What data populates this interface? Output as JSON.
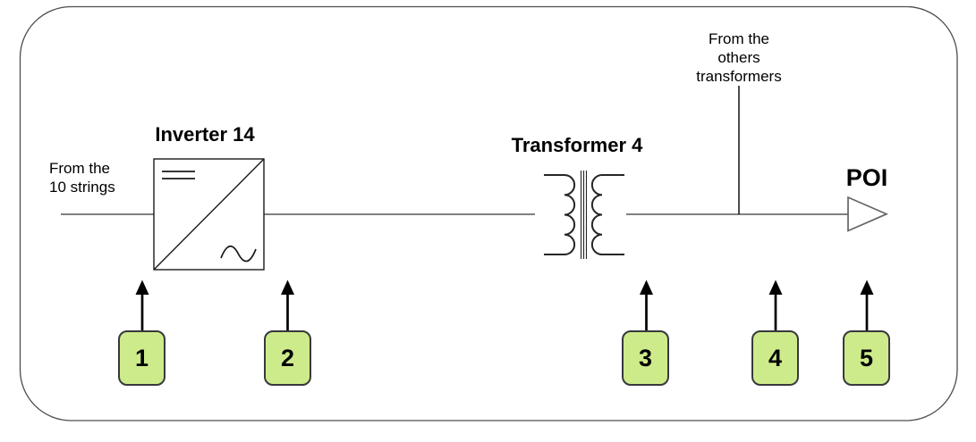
{
  "diagram": {
    "components": {
      "inverter": {
        "label": "Inverter 14"
      },
      "transformer": {
        "label": "Transformer 4"
      },
      "poi": {
        "label": "POI"
      }
    },
    "annotations": {
      "from_strings": "From the\n10 strings",
      "from_others": "From the\nothers\ntransformers"
    },
    "measurement_points": [
      {
        "label": "1"
      },
      {
        "label": "2"
      },
      {
        "label": "3"
      },
      {
        "label": "4"
      },
      {
        "label": "5"
      }
    ],
    "colors": {
      "background": "#ffffff",
      "outer_border": "#4d4d4d",
      "wire": "#808080",
      "branch_line": "#000000",
      "symbol_stroke": "#262626",
      "inverter_stroke": "#1a1a1a",
      "poi_stroke": "#666666",
      "arrow": "#000000",
      "marker_fill": "#cdeb8b",
      "marker_border": "#36393d",
      "text": "#000000"
    }
  }
}
